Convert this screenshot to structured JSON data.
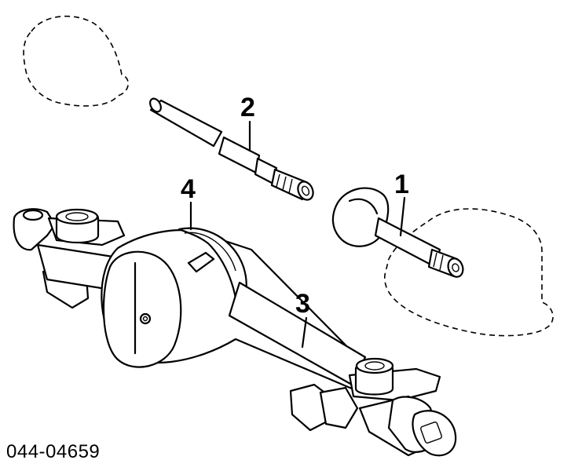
{
  "diagram": {
    "callouts": [
      {
        "id": "1",
        "label": "1"
      },
      {
        "id": "2",
        "label": "2"
      },
      {
        "id": "3",
        "label": "3"
      },
      {
        "id": "4",
        "label": "4"
      }
    ],
    "part_number": "044-04659"
  }
}
